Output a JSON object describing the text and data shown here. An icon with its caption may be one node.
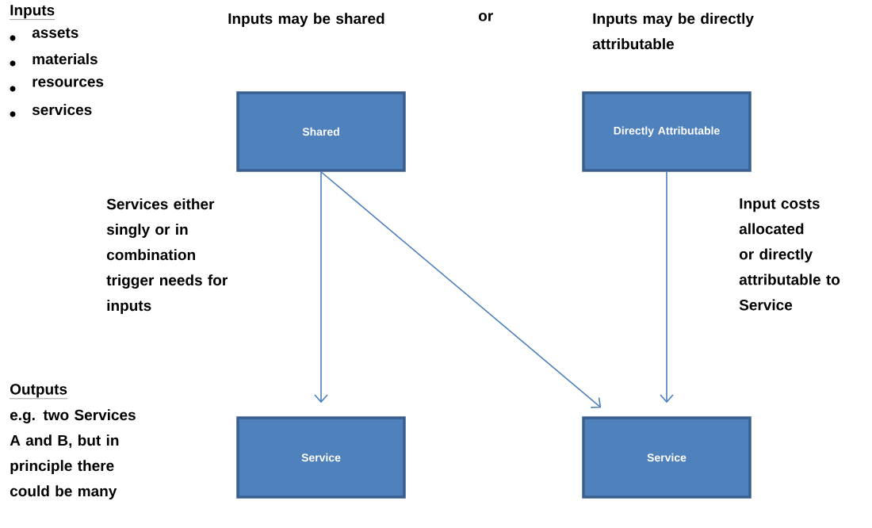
{
  "diagram": {
    "nodes": [
      {
        "text": [
          "Shared"
        ]
      },
      {
        "text": [
          "Directly Attributable"
        ]
      },
      {
        "text": [
          "Service"
        ]
      },
      {
        "text": [
          "Service"
        ]
      }
    ],
    "edges": [
      {
        "from": 0,
        "to": 2,
        "arrow": "to"
      },
      {
        "from": 0,
        "to": 3,
        "arrow": "to"
      },
      {
        "from": 1,
        "to": 3,
        "arrow": "to"
      }
    ],
    "labels": [
      "Inputs",
      "assets",
      "materials",
      "resources",
      "services",
      "Inputs may be shared",
      "or",
      "Inputs may be directly attributable",
      "Services either singly or in combination trigger needs for inputs",
      "Input costs allocated or directly attributable to Service",
      "Outputs",
      "e.g. two Services A and B, but in principle there could be many"
    ]
  }
}
